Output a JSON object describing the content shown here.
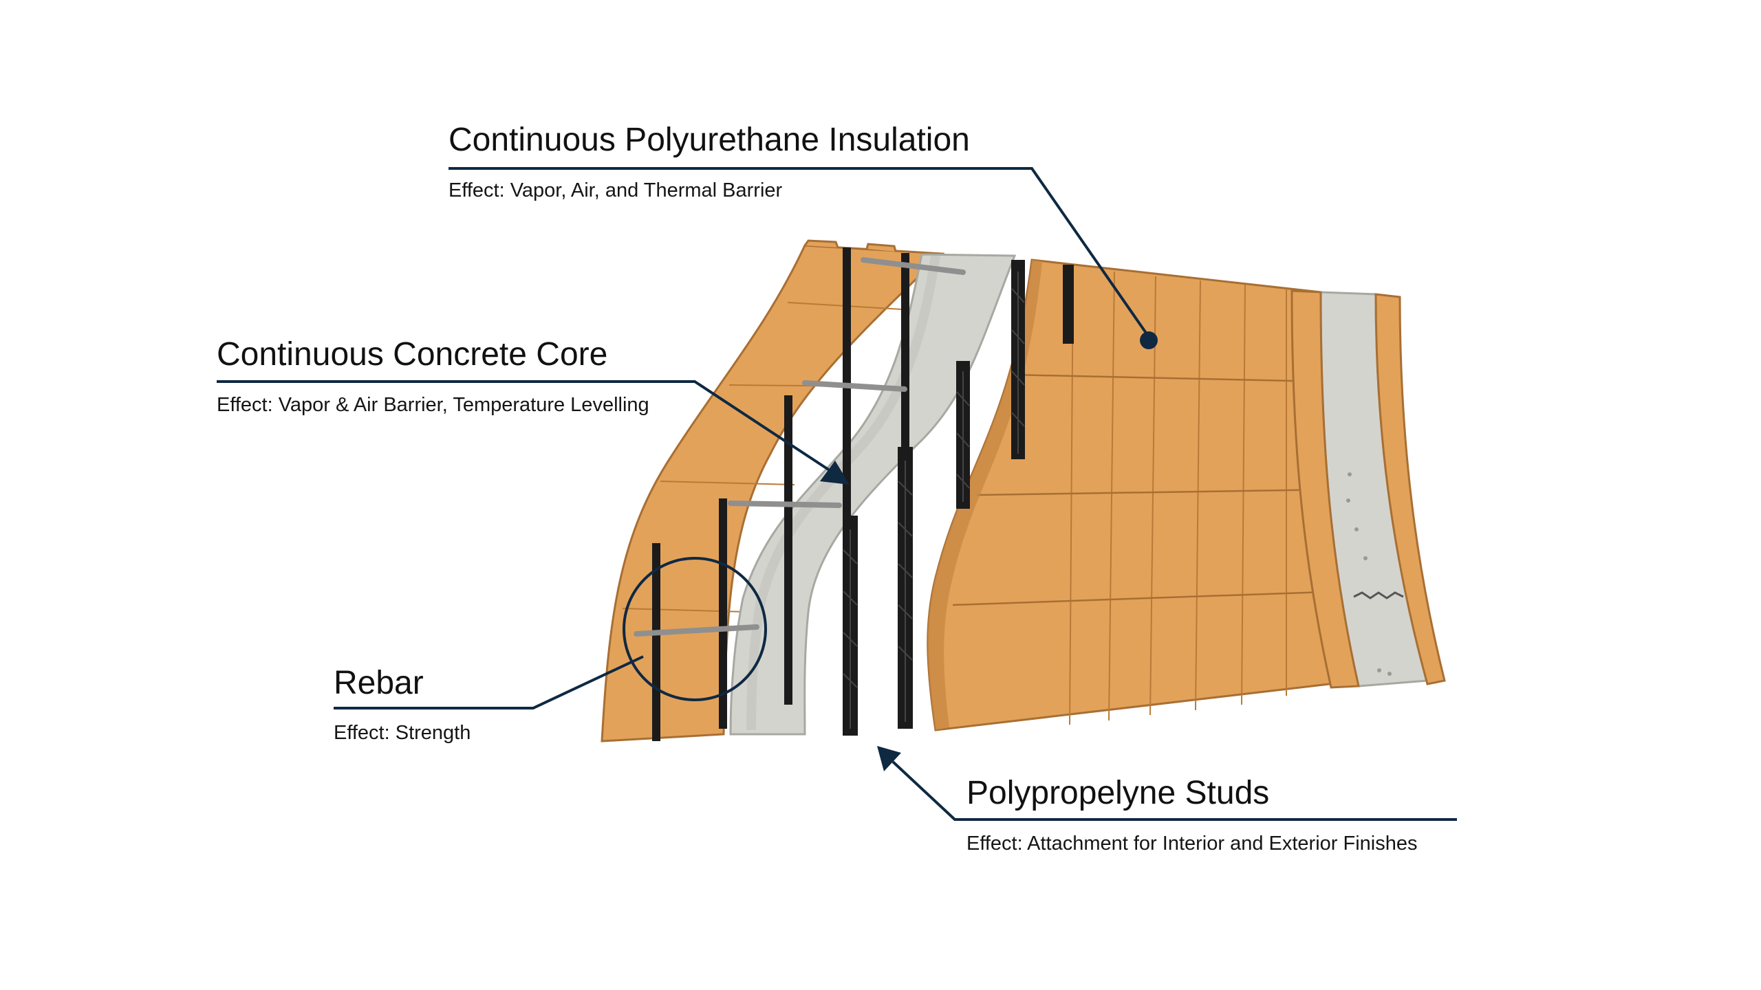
{
  "colors": {
    "insulation": "#e3a25a",
    "insulation_dark": "#c98a43",
    "insulation_seam": "#a86f33",
    "concrete": "#d4d4cf",
    "concrete_dark": "#b9b9b3",
    "stud": "#1b1b1b",
    "rebar": "#8f8f8f",
    "leader": "#0f2942"
  },
  "labels": {
    "insulation": {
      "title": "Continuous Polyurethane Insulation",
      "effect": "Effect: Vapor, Air, and Thermal Barrier"
    },
    "concrete": {
      "title": "Continuous Concrete Core",
      "effect": "Effect: Vapor & Air Barrier, Temperature Levelling"
    },
    "rebar": {
      "title": "Rebar",
      "effect": "Effect: Strength"
    },
    "studs": {
      "title": "Polypropelyne Studs",
      "effect": "Effect: Attachment for Interior and Exterior Finishes"
    }
  },
  "icons": {
    "leader_end_dot": "dot-marker-icon",
    "leader_arrow": "arrowhead-icon",
    "leader_circle": "callout-circle-icon"
  }
}
